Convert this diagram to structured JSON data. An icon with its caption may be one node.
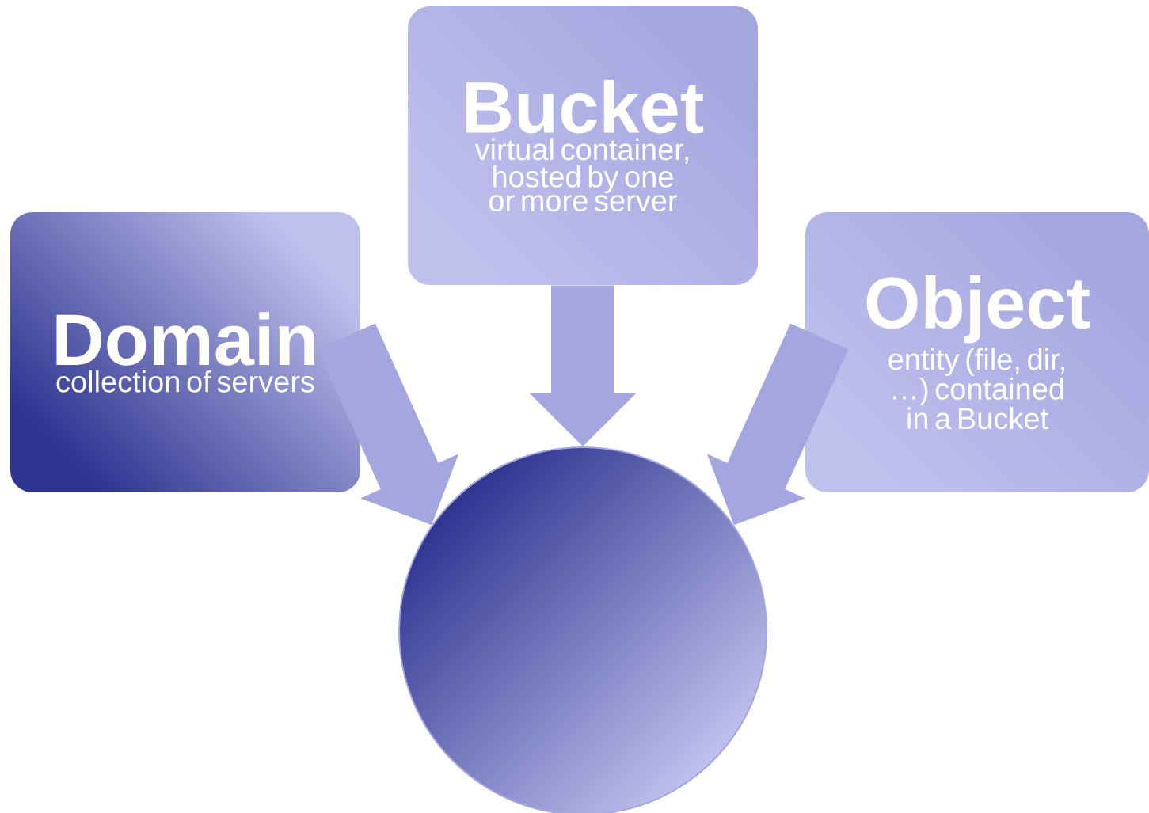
{
  "diagram": {
    "nodes": [
      {
        "text": [
          "Domain",
          "collection of servers"
        ]
      },
      {
        "text": [
          "Bucket",
          "virtual container, hosted by one or more server"
        ]
      },
      {
        "text": [
          "Object",
          "entity (file, dir, …) contained in a Bucket"
        ]
      },
      {
        "text": [],
        "shape": "circle"
      }
    ],
    "edges": [
      {
        "from": 0,
        "to": 3,
        "arrow": "to"
      },
      {
        "from": 1,
        "to": 3,
        "arrow": "to"
      },
      {
        "from": 2,
        "to": 3,
        "arrow": "to"
      }
    ]
  }
}
